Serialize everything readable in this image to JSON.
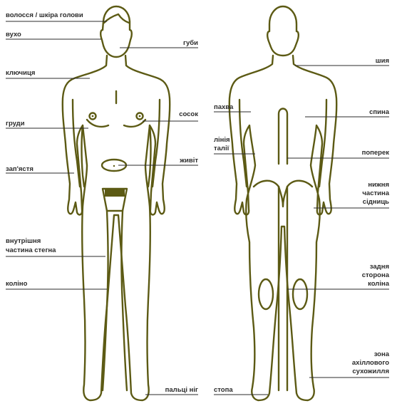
{
  "colors": {
    "outline": "#5c5a14",
    "text": "#2b2b2b",
    "line": "#2b2b2b"
  },
  "front": {
    "labels": {
      "scalp": "волосся / шкіра голови",
      "ear": "вухо",
      "lips": "губи",
      "collarbone": "ключиця",
      "chest": "груди",
      "nipple": "сосок",
      "wrist": "зап'ястя",
      "belly": "живіт",
      "inner_thigh_1": "внутрішня",
      "inner_thigh_2": "частина стегна",
      "knee": "коліно",
      "toes": "пальці ніг"
    }
  },
  "back": {
    "labels": {
      "neck": "шия",
      "armpit": "пахва",
      "back": "спина",
      "waist_1": "лінія",
      "waist_2": "талії",
      "lower_back": "поперек",
      "buttocks_1": "нижня",
      "buttocks_2": "частина",
      "buttocks_3": "сідниць",
      "back_knee_1": "задня",
      "back_knee_2": "сторона",
      "back_knee_3": "коліна",
      "foot": "стопа",
      "achilles_1": "зона",
      "achilles_2": "ахіллового",
      "achilles_3": "сухожилля"
    }
  }
}
